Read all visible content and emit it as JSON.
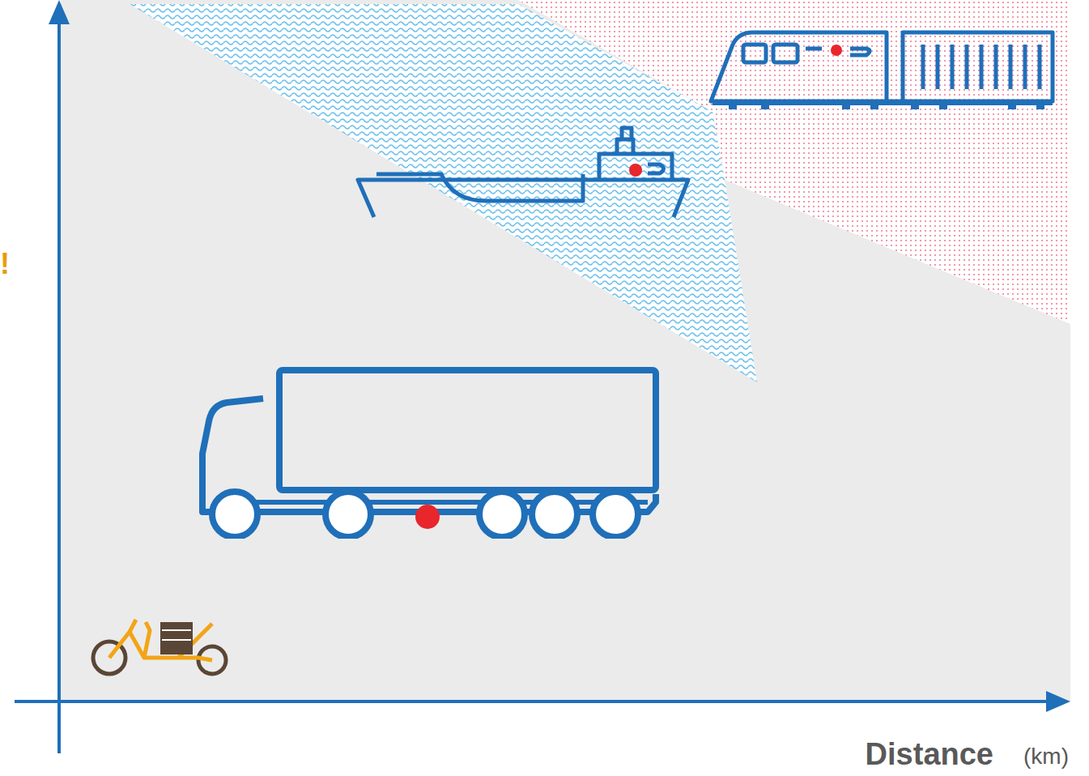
{
  "diagram": {
    "labels": [
      "!",
      "Distance",
      "(km)"
    ]
  }
}
